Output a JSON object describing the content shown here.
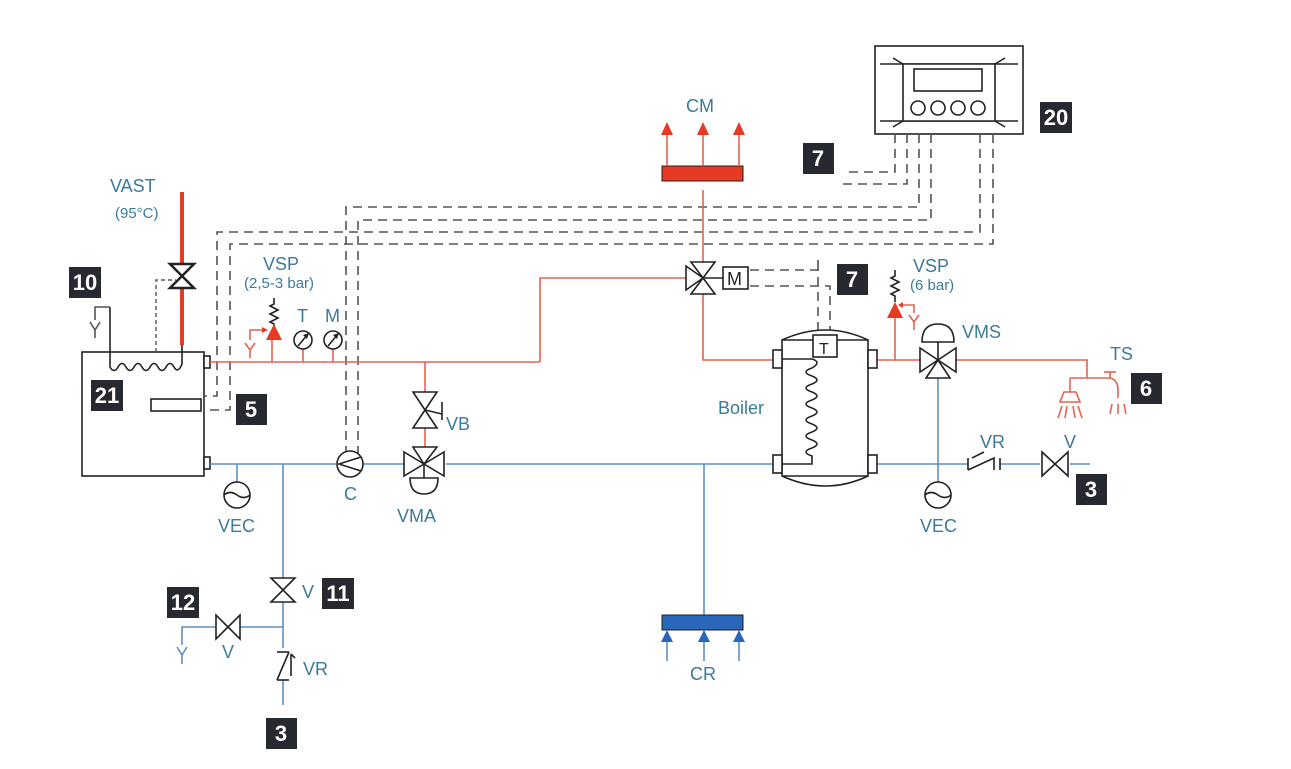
{
  "diagram": {
    "title": "Solar / boiler heating system schematic",
    "colors": {
      "hot_pipe": "#e8604f",
      "cold_pipe": "#5b8fc2",
      "label": "#3a7a9c",
      "badge_bg": "#262a30",
      "cm_bar": "#e53a24",
      "cr_bar": "#2a67b8"
    },
    "labels": {
      "vast": "VAST",
      "vast_temp": "(95°C)",
      "vsp_left": "VSP",
      "vsp_left_pressure": "(2,5-3 bar)",
      "thermometer": "T",
      "manometer": "M",
      "vb": "VB",
      "c": "C",
      "vma": "VMA",
      "vec_left": "VEC",
      "vec_right": "VEC",
      "cm": "CM",
      "cr": "CR",
      "motor": "M",
      "thermostat": "T",
      "boiler": "Boiler",
      "vsp_right": "VSP",
      "vsp_right_pressure": "(6 bar)",
      "vms": "VMS",
      "ts": "TS",
      "vr_right": "VR",
      "v_right": "V",
      "v_11": "V",
      "v_12": "V",
      "vr_bottom": "VR"
    },
    "badges": {
      "b10": "10",
      "b21": "21",
      "b5": "5",
      "b7_top": "7",
      "b7_mid": "7",
      "b20": "20",
      "b6": "6",
      "b3_right": "3",
      "b11": "11",
      "b12": "12",
      "b3_bottom": "3"
    }
  }
}
